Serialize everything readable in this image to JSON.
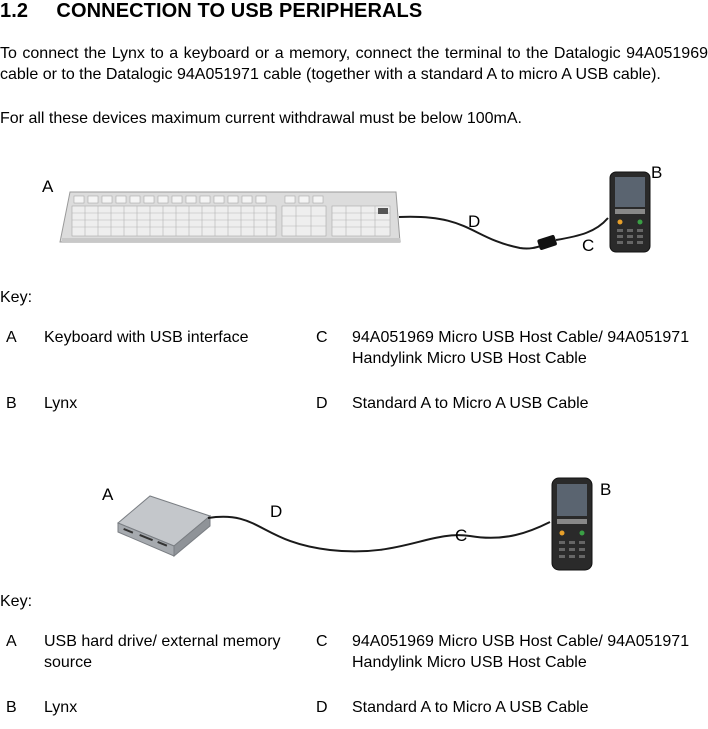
{
  "section": {
    "number": "1.2",
    "title": "CONNECTION TO USB PERIPHERALS"
  },
  "intro": {
    "para1": "To connect the Lynx to a keyboard or a memory, connect the terminal to the Datalogic 94A051969 cable or to the Datalogic 94A051971 cable (together with a standard A to micro A USB cable).",
    "para2": "For all these devices maximum current withdrawal must be below 100mA."
  },
  "figure1": {
    "labels": {
      "a": "A",
      "b": "B",
      "c": "C",
      "d": "D"
    }
  },
  "key1": {
    "title": "Key:",
    "rows": [
      {
        "l1": "A",
        "d1": "Keyboard with USB interface",
        "l2": "C",
        "d2": "94A051969 Micro USB Host Cable/ 94A051971 Handylink Micro USB Host Cable"
      },
      {
        "l1": "B",
        "d1": "Lynx",
        "l2": "D",
        "d2": "Standard A to Micro A USB Cable"
      }
    ]
  },
  "figure2": {
    "labels": {
      "a": "A",
      "b": "B",
      "c": "C",
      "d": "D"
    }
  },
  "key2": {
    "title": "Key:",
    "rows": [
      {
        "l1": "A",
        "d1": "USB hard drive/ external memory source",
        "l2": "C",
        "d2": "94A051969 Micro USB Host Cable/ 94A051971 Handylink Micro USB Host Cable"
      },
      {
        "l1": "B",
        "d1": "Lynx",
        "l2": "D",
        "d2": "Standard A to Micro A USB Cable"
      }
    ]
  }
}
